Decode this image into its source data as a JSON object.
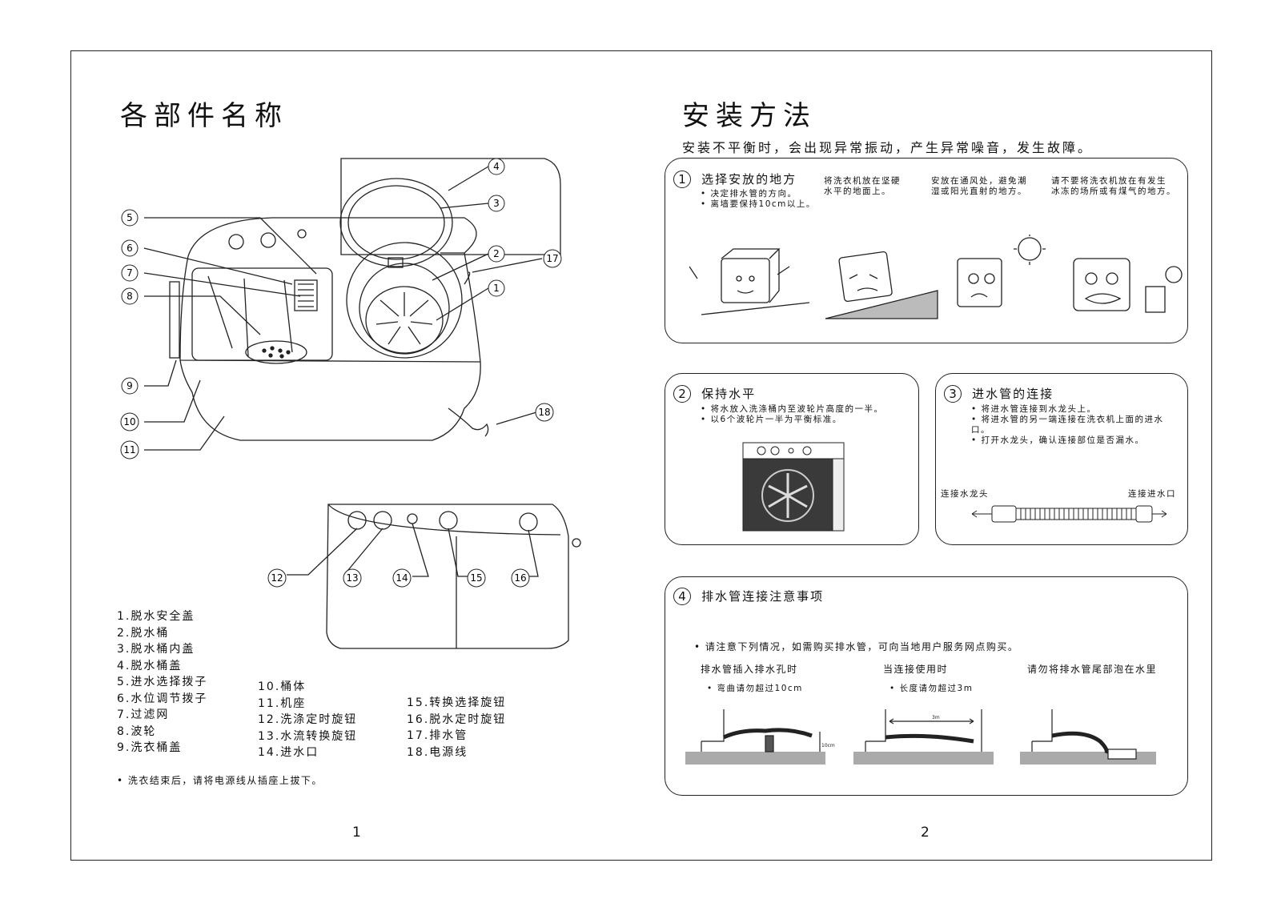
{
  "left": {
    "title": "各部件名称",
    "callouts": [
      "1",
      "2",
      "3",
      "4",
      "5",
      "6",
      "7",
      "8",
      "9",
      "10",
      "11",
      "12",
      "13",
      "14",
      "15",
      "16",
      "17",
      "18"
    ],
    "parts_col1": [
      "1.脱水安全盖",
      "2.脱水桶",
      "3.脱水桶内盖",
      "4.脱水桶盖",
      "5.进水选择拨子",
      "6.水位调节拨子",
      "7.过滤网",
      "8.波轮",
      "9.洗衣桶盖"
    ],
    "parts_col2": [
      "10.桶体",
      "11.机座",
      "12.洗涤定时旋钮",
      "13.水流转换旋钮",
      "14.进水口"
    ],
    "parts_col3": [
      "15.转换选择旋钮",
      "16.脱水定时旋钮",
      "17.排水管",
      "18.电源线"
    ],
    "footnote": "• 洗衣结束后，请将电源线从插座上拔下。",
    "page_number": "1"
  },
  "right": {
    "title": "安装方法",
    "subtitle": "安装不平衡时，会出现异常振动，产生异常噪音，发生故障。",
    "s1": {
      "num": "1",
      "title": "选择安放的地方",
      "bullets": [
        "决定排水管的方向。",
        "离墙要保持10cm以上。"
      ],
      "note2": [
        "将洗衣机放在坚硬",
        "水平的地面上。"
      ],
      "note3": [
        "安放在通风处，避免潮",
        "湿或阳光直射的地方。"
      ],
      "note4": [
        "请不要将洗衣机放在有发生",
        "冰冻的场所或有煤气的地方。"
      ]
    },
    "s2": {
      "num": "2",
      "title": "保持水平",
      "bullets": [
        "将水放入洗涤桶内至波轮片高度的一半。",
        "以6个波轮片一半为平衡标准。"
      ]
    },
    "s3": {
      "num": "3",
      "title": "进水管的连接",
      "bullets": [
        "将进水管连接到水龙头上。",
        "将进水管的另一端连接在洗衣机上面的进水口。",
        "打开水龙头，确认连接部位是否漏水。"
      ],
      "label_left": "连接水龙头",
      "label_right": "连接进水口"
    },
    "s4": {
      "num": "4",
      "title": "排水管连接注意事项",
      "intro": "• 请注意下列情况，如需购买排水管，可向当地用户服务网点购买。",
      "case1_title": "排水管插入排水孔时",
      "case1_note": "• 弯曲请勿超过10cm",
      "case1_dim": "10cm",
      "case2_title": "当连接使用时",
      "case2_note": "• 长度请勿超过3m",
      "case2_dim": "3m",
      "case3_title": "请勿将排水管尾部泡在水里"
    },
    "page_number": "2"
  }
}
